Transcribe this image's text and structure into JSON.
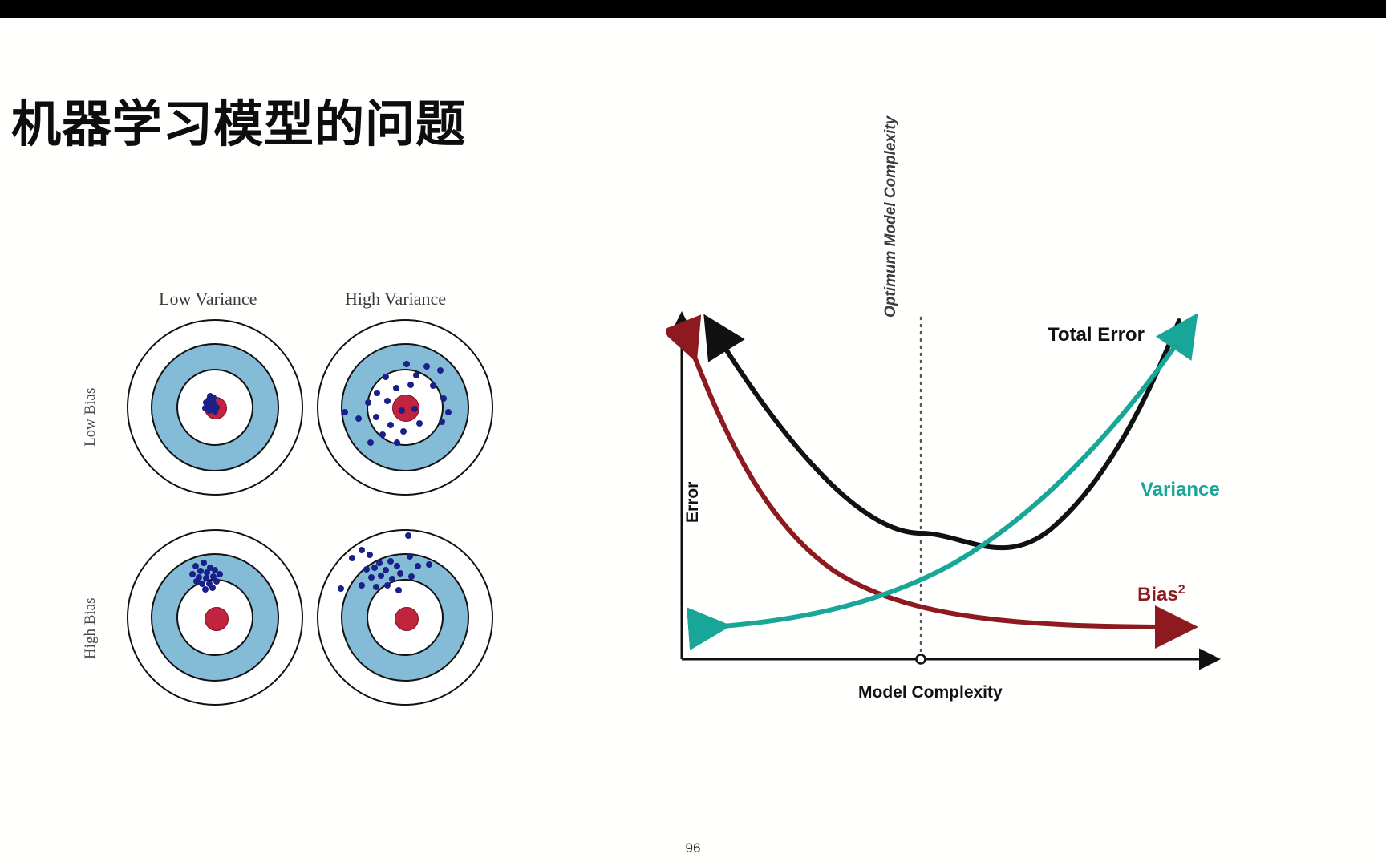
{
  "slide": {
    "title": "机器学习模型的问题",
    "page_number": "96",
    "background_color": "#ffffff",
    "topbar_color": "#000000"
  },
  "bullseye_figure": {
    "column_headers": [
      "Low Variance",
      "High Variance"
    ],
    "row_headers": [
      "Low Bias",
      "High Bias"
    ],
    "colors": {
      "ring_blue": "#84bcd8",
      "ring_white": "#ffffff",
      "bullseye_red": "#c0243f",
      "shot_dot_blue": "#1b1f8a",
      "outline": "#111111"
    },
    "panels": [
      {
        "id": "low-bias-low-variance",
        "row": "Low Bias",
        "column": "Low Variance",
        "description": "Shots tightly clustered on the bullseye"
      },
      {
        "id": "low-bias-high-variance",
        "row": "Low Bias",
        "column": "High Variance",
        "description": "Shots scattered around the bullseye"
      },
      {
        "id": "high-bias-low-variance",
        "row": "High Bias",
        "column": "Low Variance",
        "description": "Shots tightly clustered but offset from the bullseye"
      },
      {
        "id": "high-bias-high-variance",
        "row": "High Bias",
        "column": "High Variance",
        "description": "Shots scattered and offset from the bullseye"
      }
    ]
  },
  "chart_data": {
    "type": "line",
    "title": "",
    "xlabel": "Model Complexity",
    "ylabel": "Error",
    "xlim": [
      0,
      10
    ],
    "ylim": [
      0,
      10
    ],
    "grid": false,
    "legend_position": "inline-annotations",
    "annotations": [
      {
        "text": "Total Error",
        "color": "#111111"
      },
      {
        "text": "Variance",
        "color": "#17a697"
      },
      {
        "text": "Bias",
        "superscript": "2",
        "color": "#8d1a1f"
      },
      {
        "text": "Optimum Model Complexity",
        "color": "#3c3c3c",
        "orientation": "vertical",
        "x": 5.0
      }
    ],
    "optimum_marker": {
      "x": 5.0,
      "y": 0,
      "shape": "circle"
    },
    "x": [
      0,
      1,
      2,
      3,
      4,
      5,
      6,
      7,
      8,
      9,
      10
    ],
    "series": [
      {
        "name": "Total Error",
        "color": "#111111",
        "values": [
          9.6,
          7.4,
          5.6,
          4.3,
          3.5,
          3.1,
          3.2,
          3.8,
          5.2,
          7.4,
          9.9
        ]
      },
      {
        "name": "Bias",
        "color": "#8d1a1f",
        "values": [
          8.8,
          6.6,
          4.9,
          3.6,
          2.7,
          2.1,
          1.7,
          1.4,
          1.2,
          1.1,
          1.0
        ]
      },
      {
        "name": "Variance",
        "color": "#17a697",
        "values": [
          0.6,
          0.8,
          1.0,
          1.3,
          1.7,
          2.1,
          2.8,
          3.8,
          5.3,
          7.3,
          9.4
        ]
      }
    ]
  }
}
